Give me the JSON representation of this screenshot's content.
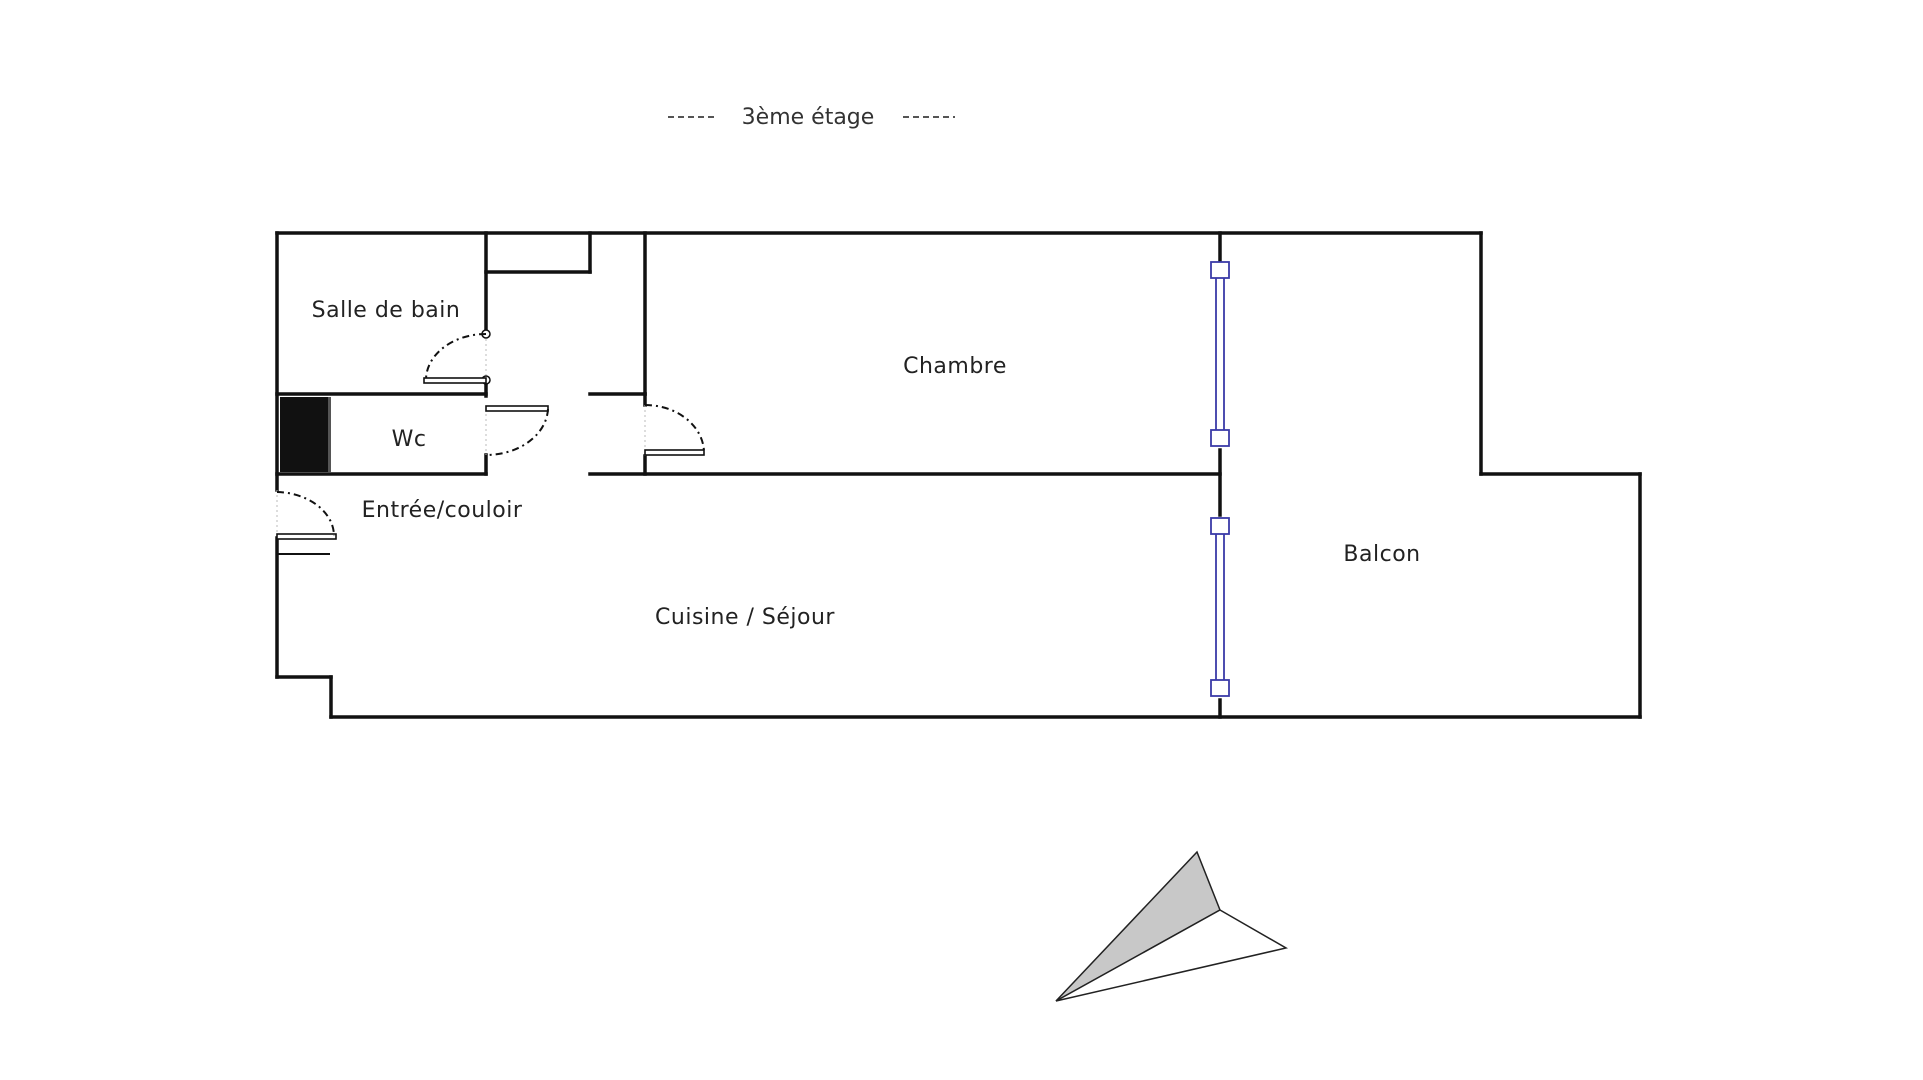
{
  "floor_label": "3ème étage",
  "rooms": {
    "bathroom": "Salle de bain",
    "wc": "Wc",
    "bedroom": "Chambre",
    "hallway": "Entrée/couloir",
    "living": "Cuisine / Séjour",
    "balcony": "Balcon"
  },
  "icons": {
    "compass": "north-arrow-icon"
  },
  "colors": {
    "walls": "#111111",
    "windows": "#3a3aa8",
    "compass_shade": "#c8c8c8"
  }
}
